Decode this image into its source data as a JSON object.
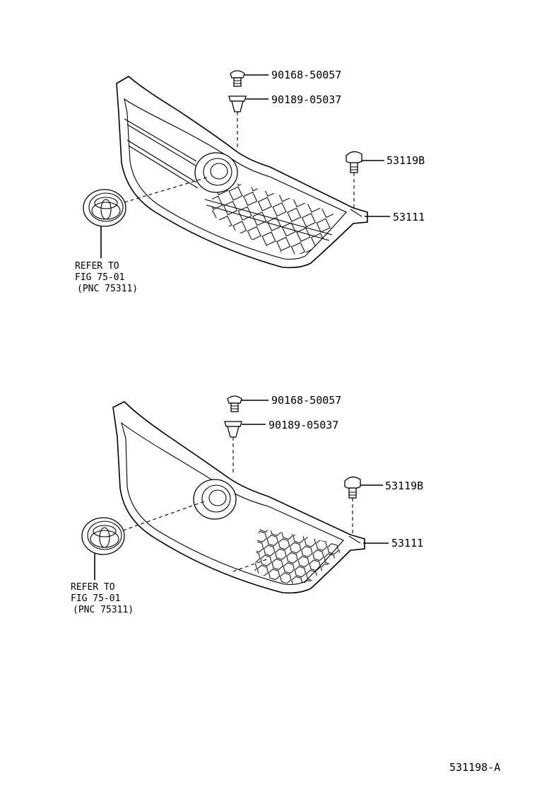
{
  "upper_view": {
    "part_numbers": {
      "screw": "90168-50057",
      "clip": "90189-05037",
      "retainer": "53119B",
      "grille": "53111"
    },
    "reference_note": [
      "REFER TO",
      "FIG 75-01",
      "(PNC 75311)"
    ]
  },
  "lower_view": {
    "part_numbers": {
      "screw": "90168-50057",
      "clip": "90189-05037",
      "retainer": "53119B",
      "grille": "53111"
    },
    "reference_note": [
      "REFER TO",
      "FIG 75-01",
      "(PNC 75311)"
    ]
  },
  "figure_number": "531198-A"
}
